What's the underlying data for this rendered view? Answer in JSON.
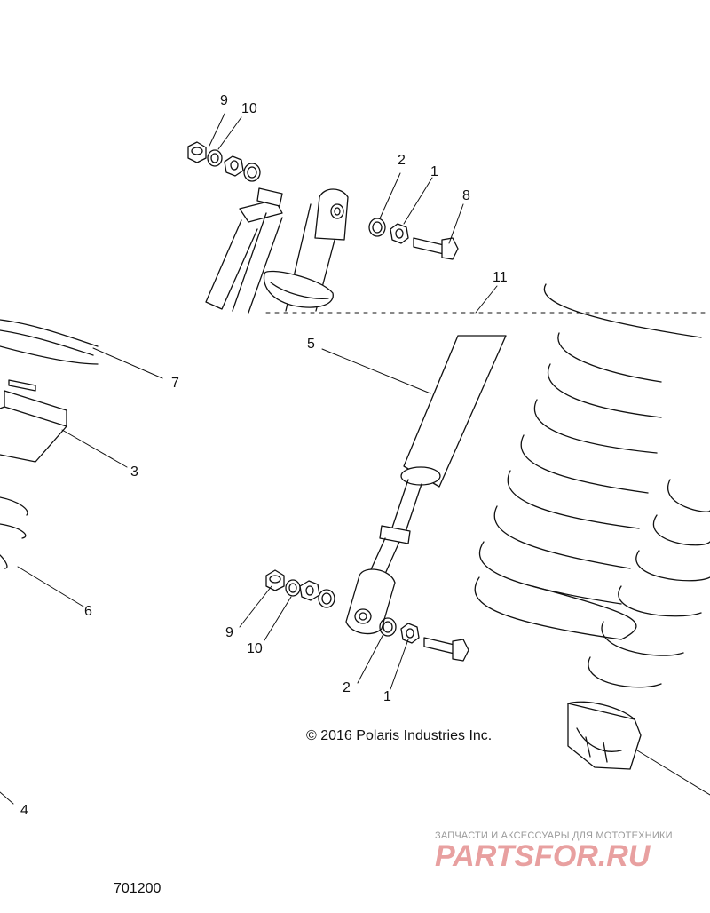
{
  "callouts": {
    "c1_top": "1",
    "c2_top": "2",
    "c8": "8",
    "c9_top": "9",
    "c10_top": "10",
    "c11": "11",
    "c5": "5",
    "c7": "7",
    "c3": "3",
    "c6": "6",
    "c9_bot": "9",
    "c10_bot": "10",
    "c2_bot": "2",
    "c1_bot": "1",
    "c4": "4"
  },
  "copyright": "© 2016 Polaris Industries Inc.",
  "figure_number": "701200",
  "watermark": {
    "tagline": "ЗАПЧАСТИ И АКСЕССУАРЫ ДЛЯ МОТОТЕХНИКИ",
    "logo_text": "PARTSFOR.RU"
  },
  "colors": {
    "line": "#111111",
    "watermark_gray": "#9a9a9a",
    "watermark_red": "#e8a0a0"
  }
}
